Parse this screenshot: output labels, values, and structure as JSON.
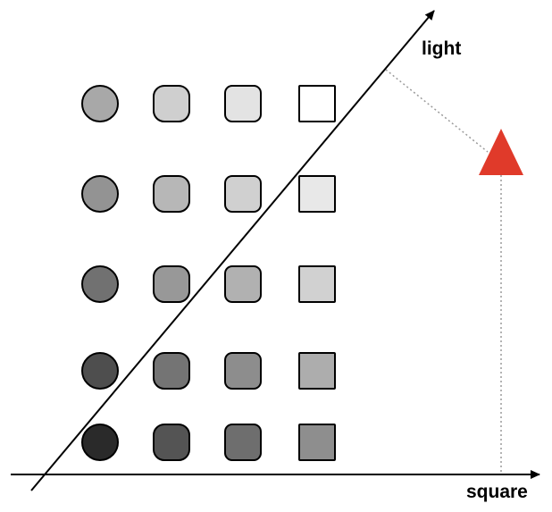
{
  "labels": {
    "x_axis": "square",
    "diagonal_axis": "light"
  },
  "colors": {
    "axis": "#000000",
    "triangle": "#e03a2a",
    "guide": "#9a9a9a"
  },
  "grid": {
    "row_count": 5,
    "column_shapes": [
      "circle",
      "rounded-square",
      "slightly-rounded-square",
      "square"
    ],
    "fills": [
      [
        "#a8a8a8",
        "#cfcfcf",
        "#e3e3e3",
        "#ffffff"
      ],
      [
        "#939393",
        "#b7b7b7",
        "#d0d0d0",
        "#e8e8e8"
      ],
      [
        "#717171",
        "#989898",
        "#b1b1b1",
        "#d1d1d1"
      ],
      [
        "#4e4e4e",
        "#747474",
        "#8d8d8d",
        "#adadad"
      ],
      [
        "#2a2a2a",
        "#545454",
        "#6e6e6e",
        "#8e8e8e"
      ]
    ]
  },
  "marker": {
    "shape": "triangle",
    "projections": [
      "diagonal_axis",
      "x_axis"
    ]
  }
}
